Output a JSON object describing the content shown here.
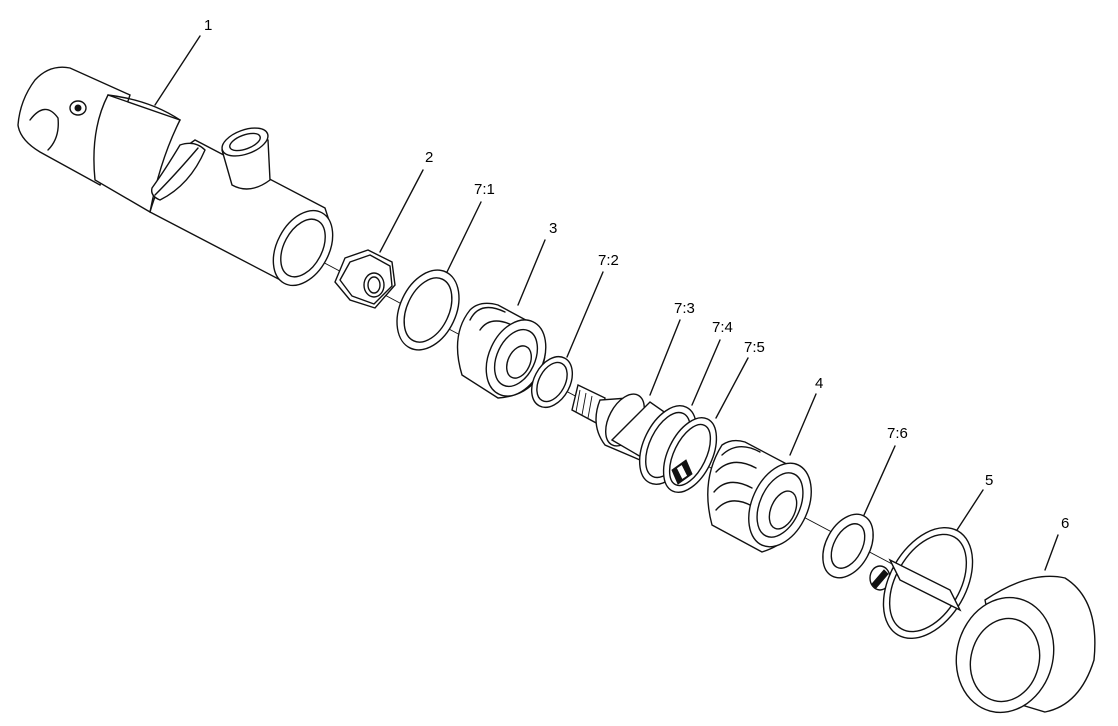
{
  "callouts": {
    "c1": "1",
    "c2": "2",
    "c71": "7:1",
    "c3": "3",
    "c72": "7:2",
    "c73": "7:3",
    "c74": "7:4",
    "c75": "7:5",
    "c4": "4",
    "c76": "7:6",
    "c5": "5",
    "c6": "6"
  },
  "colors": {
    "line": "#111111",
    "background": "#ffffff"
  }
}
